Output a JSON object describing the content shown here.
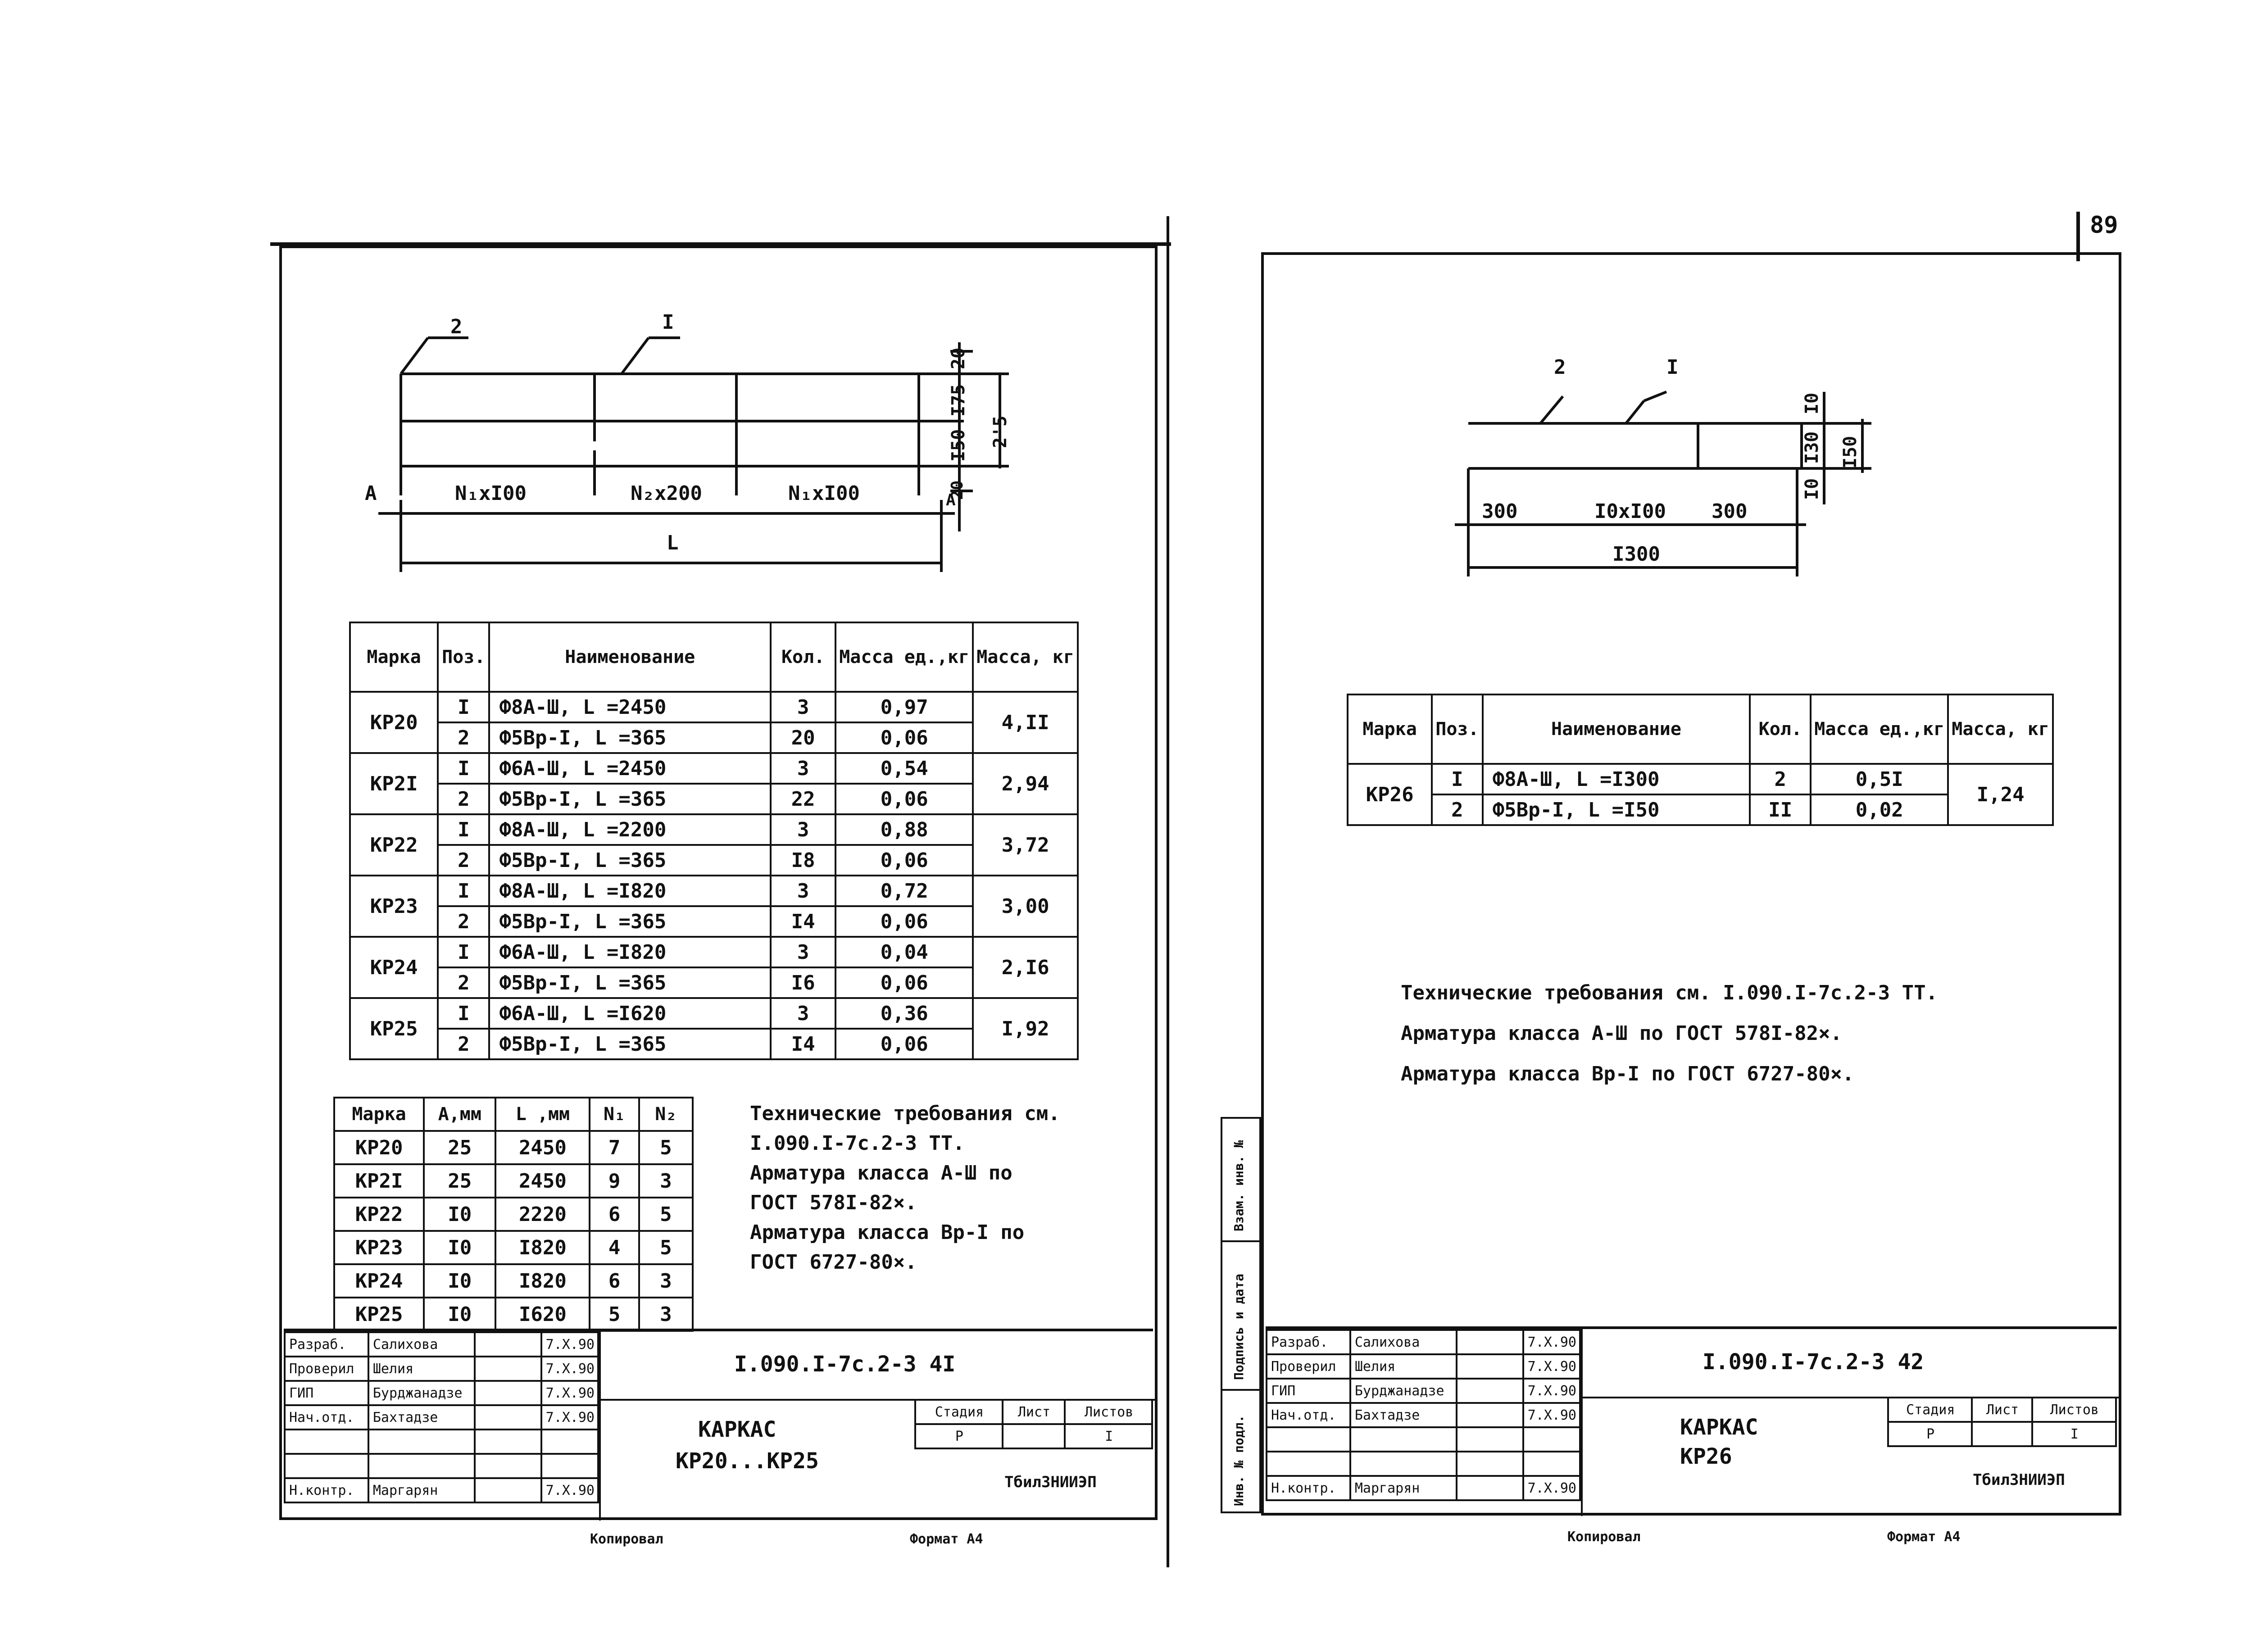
{
  "page_number": "89",
  "sheet41": {
    "drawing": {
      "pos_labels": [
        "2",
        "I"
      ],
      "dims": {
        "h20_top": "20",
        "h175": "I75",
        "h150": "I50",
        "h20_bot": "20",
        "h215": "2'5",
        "seg1": "N₁xI00",
        "seg2": "N₂x200",
        "seg3": "N₁xI00",
        "a_left": "A",
        "a_right": "A",
        "length": "L"
      }
    },
    "spec_table": {
      "headers": [
        "Марка",
        "Поз.",
        "Наименование",
        "Кол.",
        "Масса ед.,кг",
        "Масса, кг"
      ],
      "groups": [
        {
          "mark": "КР20",
          "total": "4,II",
          "rows": [
            {
              "pos": "I",
              "name": "Ф8А-Ш, L =2450",
              "qty": "3",
              "unit": "0,97"
            },
            {
              "pos": "2",
              "name": "Ф5Вр-I, L =365",
              "qty": "20",
              "unit": "0,06"
            }
          ]
        },
        {
          "mark": "КР2I",
          "total": "2,94",
          "rows": [
            {
              "pos": "I",
              "name": "Ф6А-Ш, L =2450",
              "qty": "3",
              "unit": "0,54"
            },
            {
              "pos": "2",
              "name": "Ф5Вр-I, L =365",
              "qty": "22",
              "unit": "0,06"
            }
          ]
        },
        {
          "mark": "КР22",
          "total": "3,72",
          "rows": [
            {
              "pos": "I",
              "name": "Ф8А-Ш, L =2200",
              "qty": "3",
              "unit": "0,88"
            },
            {
              "pos": "2",
              "name": "Ф5Вр-I, L =365",
              "qty": "I8",
              "unit": "0,06"
            }
          ]
        },
        {
          "mark": "КР23",
          "total": "3,00",
          "rows": [
            {
              "pos": "I",
              "name": "Ф8А-Ш, L =I820",
              "qty": "3",
              "unit": "0,72"
            },
            {
              "pos": "2",
              "name": "Ф5Вр-I, L =365",
              "qty": "I4",
              "unit": "0,06"
            }
          ]
        },
        {
          "mark": "КР24",
          "total": "2,I6",
          "rows": [
            {
              "pos": "I",
              "name": "Ф6А-Ш, L =I820",
              "qty": "3",
              "unit": "0,04"
            },
            {
              "pos": "2",
              "name": "Ф5Вр-I, L =365",
              "qty": "I6",
              "unit": "0,06"
            }
          ]
        },
        {
          "mark": "КР25",
          "total": "I,92",
          "rows": [
            {
              "pos": "I",
              "name": "Ф6А-Ш, L =I620",
              "qty": "3",
              "unit": "0,36"
            },
            {
              "pos": "2",
              "name": "Ф5Вр-I, L =365",
              "qty": "I4",
              "unit": "0,06"
            }
          ]
        }
      ]
    },
    "param_table": {
      "headers": [
        "Марка",
        "А,мм",
        "L ,мм",
        "N₁",
        "N₂"
      ],
      "rows": [
        [
          "КР20",
          "25",
          "2450",
          "7",
          "5"
        ],
        [
          "КР2I",
          "25",
          "2450",
          "9",
          "3"
        ],
        [
          "КР22",
          "I0",
          "2220",
          "6",
          "5"
        ],
        [
          "КР23",
          "I0",
          "I820",
          "4",
          "5"
        ],
        [
          "КР24",
          "I0",
          "I820",
          "6",
          "3"
        ],
        [
          "КР25",
          "I0",
          "I620",
          "5",
          "3"
        ]
      ]
    },
    "notes": [
      "Технические требования см.",
      "I.090.I-7с.2-3 ТТ.",
      "Арматура класса А-Ш по",
      "ГОСТ 578I-82×.",
      "Арматура класса Вр-I по",
      "ГОСТ 6727-80×."
    ],
    "stamp": {
      "people": [
        {
          "role": "Разраб.",
          "name": "Салихова",
          "date": "7.Х.90"
        },
        {
          "role": "Проверил",
          "name": "Шелия",
          "date": "7.Х.90"
        },
        {
          "role": "ГИП",
          "name": "Бурджанадзе",
          "date": "7.Х.90"
        },
        {
          "role": "Нач.отд.",
          "name": "Бахтадзе",
          "date": "7.Х.90"
        },
        {
          "role": "",
          "name": "",
          "date": ""
        },
        {
          "role": "",
          "name": "",
          "date": ""
        },
        {
          "role": "Н.контр.",
          "name": "Маргарян",
          "date": "7.Х.90"
        }
      ],
      "code": "I.090.I-7с.2-3 4I",
      "title_line1": "КАРКАС",
      "title_line2": "КР20...КР25",
      "stage_label": "Стадия",
      "sheet_label": "Лист",
      "sheets_label": "Листов",
      "stage": "Р",
      "sheet": "",
      "sheets": "I",
      "org": "ТбилЗНИИЭП"
    },
    "footer": {
      "copied": "Копировал",
      "format": "Формат А4"
    }
  },
  "sheet42": {
    "drawing": {
      "pos_labels": [
        "2",
        "I"
      ],
      "dims": {
        "h10_top": "I0",
        "h130": "I30",
        "h10_bot": "I0",
        "h150": "I50",
        "seg1": "300",
        "seg2": "I0xI00",
        "seg3": "300",
        "length": "I300"
      }
    },
    "spec_table": {
      "headers": [
        "Марка",
        "Поз.",
        "Наименование",
        "Кол.",
        "Масса ед.,кг",
        "Масса, кг"
      ],
      "groups": [
        {
          "mark": "КР26",
          "total": "I,24",
          "rows": [
            {
              "pos": "I",
              "name": "Ф8А-Ш, L =I300",
              "qty": "2",
              "unit": "0,5I"
            },
            {
              "pos": "2",
              "name": "Ф5Вр-I, L =I50",
              "qty": "II",
              "unit": "0,02"
            }
          ]
        }
      ]
    },
    "notes": [
      "Технические требования см. I.090.I-7с.2-3 ТТ.",
      "Арматура класса А-Ш по ГОСТ 578I-82×.",
      "Арматура класса Вр-I по ГОСТ 6727-80×."
    ],
    "side_stamp": [
      "Инв. № подл.",
      "Подпись и дата",
      "Взам. инв. №"
    ],
    "stamp": {
      "people": [
        {
          "role": "Разраб.",
          "name": "Салихова",
          "date": "7.Х.90"
        },
        {
          "role": "Проверил",
          "name": "Шелия",
          "date": "7.Х.90"
        },
        {
          "role": "ГИП",
          "name": "Бурджанадзе",
          "date": "7.Х.90"
        },
        {
          "role": "Нач.отд.",
          "name": "Бахтадзе",
          "date": "7.Х.90"
        },
        {
          "role": "",
          "name": "",
          "date": ""
        },
        {
          "role": "",
          "name": "",
          "date": ""
        },
        {
          "role": "Н.контр.",
          "name": "Маргарян",
          "date": "7.Х.90"
        }
      ],
      "code": "I.090.I-7с.2-3 42",
      "title_line1": "КАРКАС",
      "title_line2": "КР26",
      "stage_label": "Стадия",
      "sheet_label": "Лист",
      "sheets_label": "Листов",
      "stage": "Р",
      "sheet": "",
      "sheets": "I",
      "org": "ТбилЗНИИЭП"
    },
    "footer": {
      "copied": "Копировал",
      "format": "Формат А4"
    }
  }
}
